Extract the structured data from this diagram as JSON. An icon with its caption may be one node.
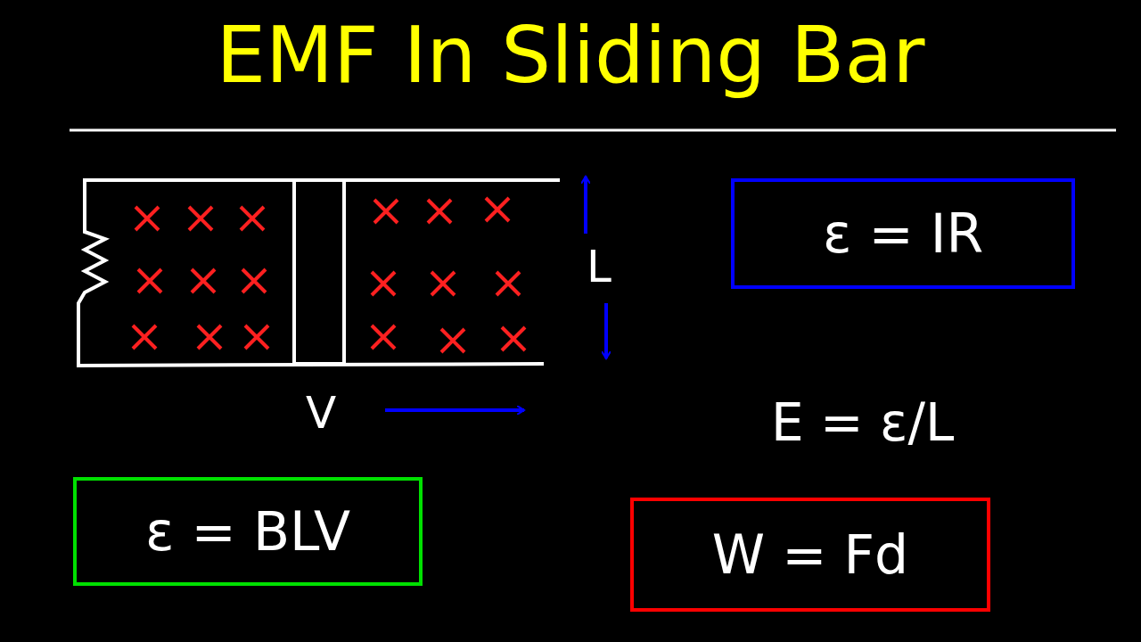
{
  "diagram": {
    "title": "EMF In Sliding Bar",
    "nodes": [
      {
        "text": [
          "ε = IR"
        ]
      },
      {
        "text": [
          "ε = BLV"
        ]
      },
      {
        "text": [
          "W = Fd"
        ]
      }
    ],
    "labels": [
      "L",
      "V",
      "E = ε/L"
    ]
  }
}
